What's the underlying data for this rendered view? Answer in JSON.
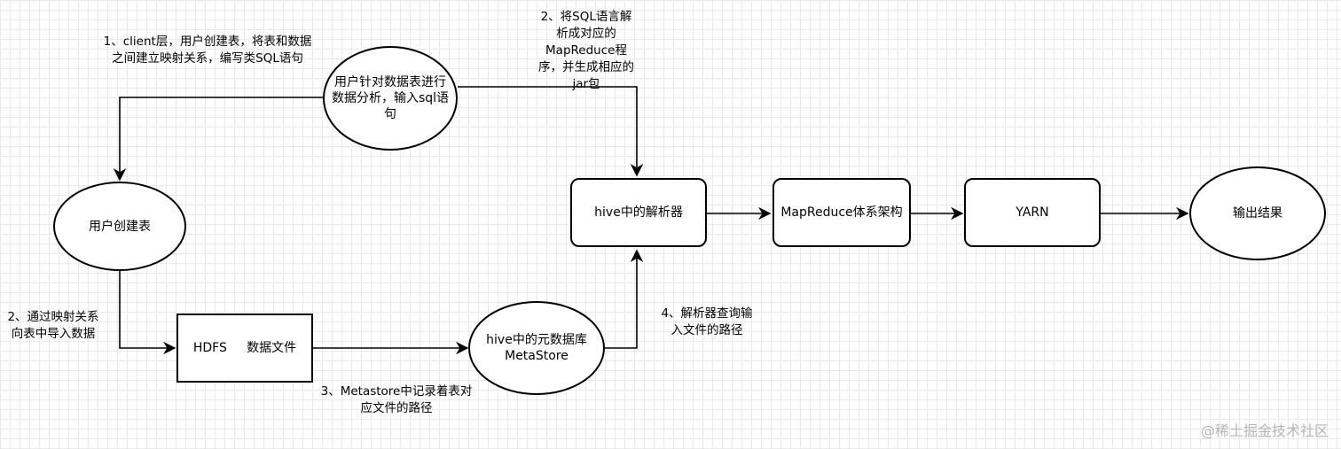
{
  "nodes": {
    "user_query": "用户针对数据表进行数据分析，输入sql语句",
    "create_table": "用户创建表",
    "hdfs": "HDFS     数据文件",
    "metastore_line1": "hive中的元数据库",
    "metastore_line2": "MetaStore",
    "parser": "hive中的解析器",
    "mapreduce": "MapReduce体系架构",
    "yarn": "YARN",
    "output": "输出结果"
  },
  "labels": {
    "step1_line1": "1、client层，用户创建表，将表和数据",
    "step1_line2": "之间建立映射关系，编写类SQL语句",
    "step2a_line1": "2、将SQL语言解",
    "step2a_line2": "析成对应的",
    "step2a_line3": "MapReduce程",
    "step2a_line4": "序，并生成相应的",
    "step2a_line5": "jar包",
    "step2b_line1": "2、通过映射关系",
    "step2b_line2": "向表中导入数据",
    "step3_line1": "3、Metastore中记录着表对",
    "step3_line2": "应文件的路径",
    "step4_line1": "4、解析器查询输",
    "step4_line2": "入文件的路径"
  },
  "watermark": "@稀土掘金技术社区",
  "colors": {
    "stroke": "#000000",
    "grid": "#e9e9e9",
    "watermark": "#b5b5b5"
  }
}
